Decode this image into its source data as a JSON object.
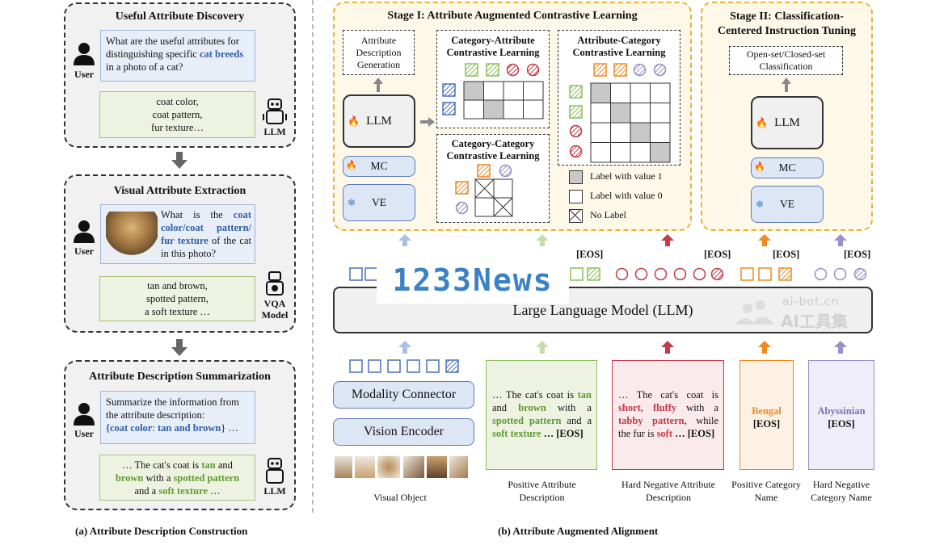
{
  "left": {
    "panel1": {
      "title": "Useful Attribute Discovery",
      "q_text": "What are the useful attributes for distinguishing specific ",
      "q_highlight": "cat breeds",
      "q_tail": " in a photo of a cat?",
      "user": "User",
      "answer": [
        "coat color,",
        "coat pattern,",
        "fur texture…"
      ],
      "agent": "LLM"
    },
    "panel2": {
      "title": "Visual Attribute Extraction",
      "q_pre": "What is the ",
      "q_highlight": "coat color/coat pattern/ fur texture",
      "q_tail": " of the cat in this photo?",
      "user": "User",
      "answer": [
        "tan and brown,",
        "spotted pattern,",
        "a soft texture …"
      ],
      "agent": "VQA Model"
    },
    "panel3": {
      "title": "Attribute Description Summarization",
      "q_text": "Summarize the information from the attribute description:",
      "q_brace_open": "{",
      "q_key": "coat color",
      "q_colon": ": ",
      "q_val": "tan and brown",
      "q_brace_close": "} …",
      "user": "User",
      "ans_1": "… The cat's coat is ",
      "ans_tan": "tan",
      "ans_and": " and",
      "ans_brown": "brown",
      "ans_with": " with a ",
      "ans_spotted": "spotted pattern",
      "ans_and2": "and a ",
      "ans_soft": "soft texture",
      "ans_end": " …",
      "agent": "LLM"
    },
    "caption": "(a) Attribute Description Construction"
  },
  "stage1": {
    "title": "Stage I: Attribute Augmented Contrastive Learning",
    "adg": "Attribute Description Generation",
    "llm": "LLM",
    "mc": "MC",
    "ve": "VE",
    "cacl": "Category-Attribute Contrastive Learning",
    "cccl": "Category-Category Contrastive Learning",
    "accl": "Attribute-Category Contrastive Learning",
    "legend": [
      "Label with value 1",
      "Label with value 0",
      "No Label"
    ]
  },
  "stage2": {
    "title": "Stage II: Classification-Centered Instruction Tuning",
    "task": "Open-set/Closed-set Classification",
    "llm": "LLM",
    "mc": "MC",
    "ve": "VE"
  },
  "center": {
    "llm": "Large Language Model (LLM)",
    "eos": [
      "[EOS]",
      "[EOS]",
      "[EOS]",
      "[EOS]",
      "[EOS]"
    ],
    "watermark1": "1233News",
    "watermark2a": "ai-bot.cn",
    "watermark2b": "AI工具集",
    "modality": "Modality Connector",
    "vision": "Vision Encoder",
    "pos_desc": {
      "t1": "… The cat's coat is ",
      "tan": "tan",
      "t2": " and ",
      "brown": "brown",
      "t3": " with a ",
      "spotted": "spotted pattern",
      "t4": " and a ",
      "soft": "soft texture",
      "t5": " … [EOS]"
    },
    "neg_desc": {
      "t1": "… The cat's coat is ",
      "short": "short",
      "t2": ", ",
      "fluffy": "fluffy",
      "t3": " with a ",
      "tabby": "tabby pattern",
      "t4": ", while the fur is ",
      "soft": "soft",
      "t5": " … [EOS]"
    },
    "pos_cat": "Bengal",
    "neg_cat": "Abyssinian",
    "eos_tag": "[EOS]",
    "labels": {
      "visual": "Visual Object",
      "pos_attr": "Positive Attribute Description",
      "neg_attr": "Hard Negative Attribute Description",
      "pos_cat": "Positive Category Name",
      "neg_cat": "Hard Negative Category Name"
    },
    "caption": "(b) Attribute Augmented Alignment"
  },
  "colors": {
    "blue": "#4a72b8",
    "green": "#8bbf5a",
    "red": "#c23b48",
    "orange": "#ef8a23",
    "purple": "#9a8fc8"
  }
}
